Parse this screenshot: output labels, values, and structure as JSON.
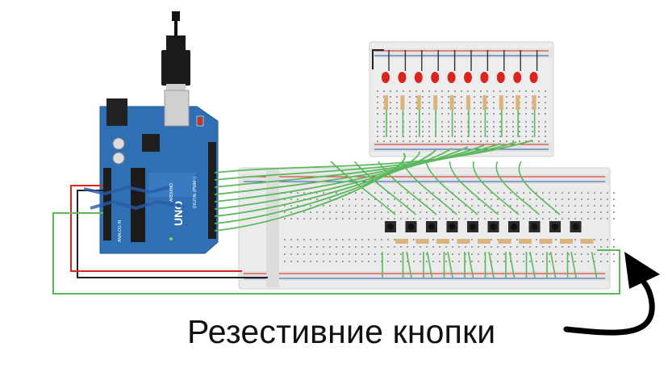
{
  "caption": "Резестивние кнопки",
  "board": {
    "uno_label": "UNO",
    "brand_label": "ARDUINO",
    "digital_label": "DIGITAL (PWM~)",
    "analog_label": "ANALOG IN"
  },
  "led_count": 10,
  "button_count": 10,
  "colors": {
    "board": "#2f6fb3",
    "board_dark": "#245a92",
    "wire_green": "#5cb85c",
    "wire_red": "#d9251d",
    "wire_black": "#222222",
    "led_red": "#d9251d",
    "breadboard": "#e9e9e9",
    "arrow": "#000000"
  }
}
